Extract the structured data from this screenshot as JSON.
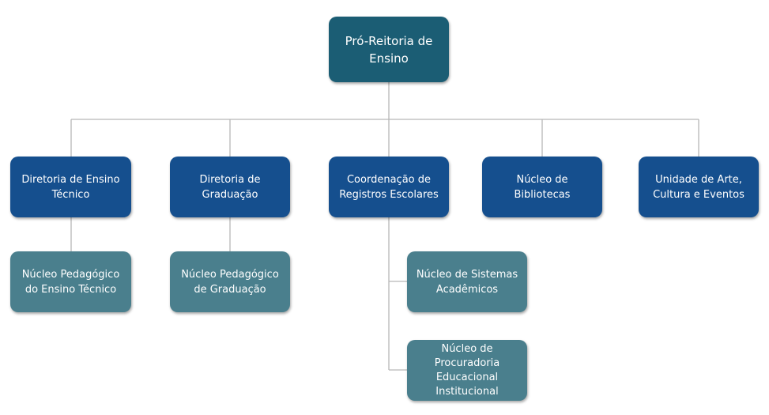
{
  "root": {
    "label": "Pró-Reitoria de Ensino"
  },
  "level1": [
    {
      "label": "Diretoria de Ensino Técnico"
    },
    {
      "label": "Diretoria de Graduação"
    },
    {
      "label": "Coordenação de Registros Escolares"
    },
    {
      "label": "Núcleo de Bibliotecas"
    },
    {
      "label": "Unidade de Arte, Cultura e Eventos"
    }
  ],
  "level2": [
    {
      "label": "Núcleo Pedagógico do Ensino Técnico"
    },
    {
      "label": "Núcleo Pedagógico de Graduação"
    },
    {
      "label": "Núcleo de Sistemas Acadêmicos"
    },
    {
      "label": "Núcleo de Procuradoria Educacional Institucional"
    }
  ],
  "colors": {
    "root": "#1b5d74",
    "level1": "#154f8e",
    "level2": "#4a7f8d",
    "connector": "#b7b7b7"
  }
}
